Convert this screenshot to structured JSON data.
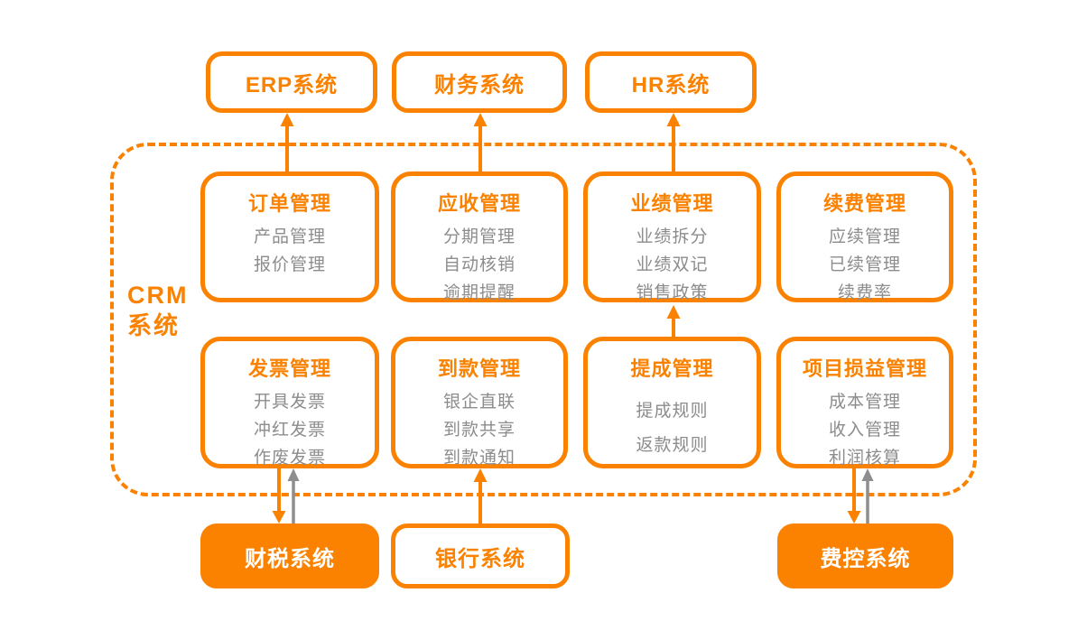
{
  "colors": {
    "accent_orange": "#fa8200",
    "muted_gray_text": "#8c8c8c",
    "gray_arrow": "#8e8e8e",
    "background": "#ffffff"
  },
  "external_top": [
    {
      "label": "ERP系统"
    },
    {
      "label": "财务系统"
    },
    {
      "label": "HR系统"
    }
  ],
  "crm": {
    "label_line1": "CRM",
    "label_line2": "系统",
    "row1": [
      {
        "title": "订单管理",
        "items": [
          "产品管理",
          "报价管理"
        ]
      },
      {
        "title": "应收管理",
        "items": [
          "分期管理",
          "自动核销",
          "逾期提醒"
        ]
      },
      {
        "title": "业绩管理",
        "items": [
          "业绩拆分",
          "业绩双记",
          "销售政策"
        ]
      },
      {
        "title": "续费管理",
        "items": [
          "应续管理",
          "已续管理",
          "续费率"
        ]
      }
    ],
    "row2": [
      {
        "title": "发票管理",
        "items": [
          "开具发票",
          "冲红发票",
          "作废发票"
        ]
      },
      {
        "title": "到款管理",
        "items": [
          "银企直联",
          "到款共享",
          "到款通知"
        ]
      },
      {
        "title": "提成管理",
        "items": [
          "提成规则",
          "返款规则"
        ]
      },
      {
        "title": "项目损益管理",
        "items": [
          "成本管理",
          "收入管理",
          "利润核算"
        ]
      }
    ]
  },
  "external_bottom": [
    {
      "label": "财税系统"
    },
    {
      "label": "银行系统"
    },
    {
      "label": "费控系统"
    }
  ]
}
